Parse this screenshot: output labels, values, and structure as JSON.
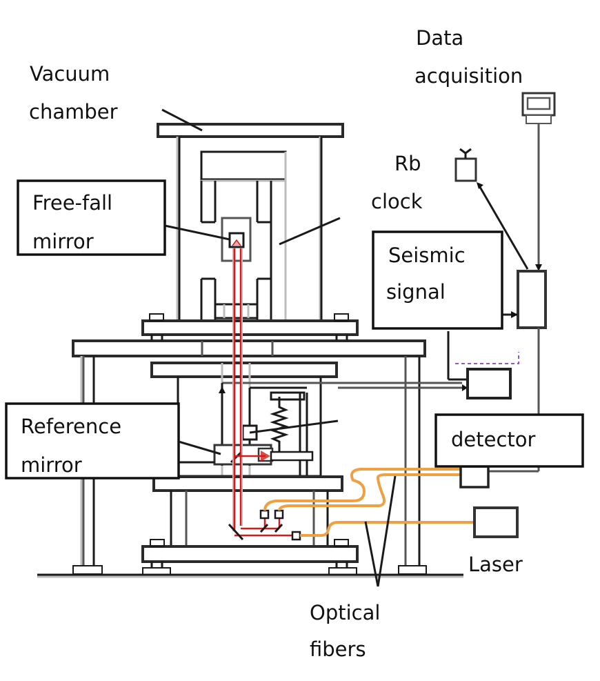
{
  "diagram": {
    "title": "Absolute gravimeter setup",
    "labels": {
      "vacuum_chamber": [
        "Vacuum",
        "chamber"
      ],
      "data_acquisition": [
        "Data",
        "acquisition"
      ],
      "rb_clock": [
        "Rb",
        "clock"
      ],
      "free_fall_mirror": [
        "Free-fall",
        "mirror"
      ],
      "seismic_signal": [
        "Seismic",
        "signal"
      ],
      "reference_mirror": [
        "Reference",
        "mirror"
      ],
      "detector": "detector",
      "laser": "Laser",
      "optical_fibers": [
        "Optical",
        "fibers"
      ]
    },
    "colors": {
      "laser_beam": "#d21c1c",
      "optical_fiber": "#f0a040",
      "seismic_trace": "#9a52c8",
      "outline": "#1a1a1a"
    }
  }
}
